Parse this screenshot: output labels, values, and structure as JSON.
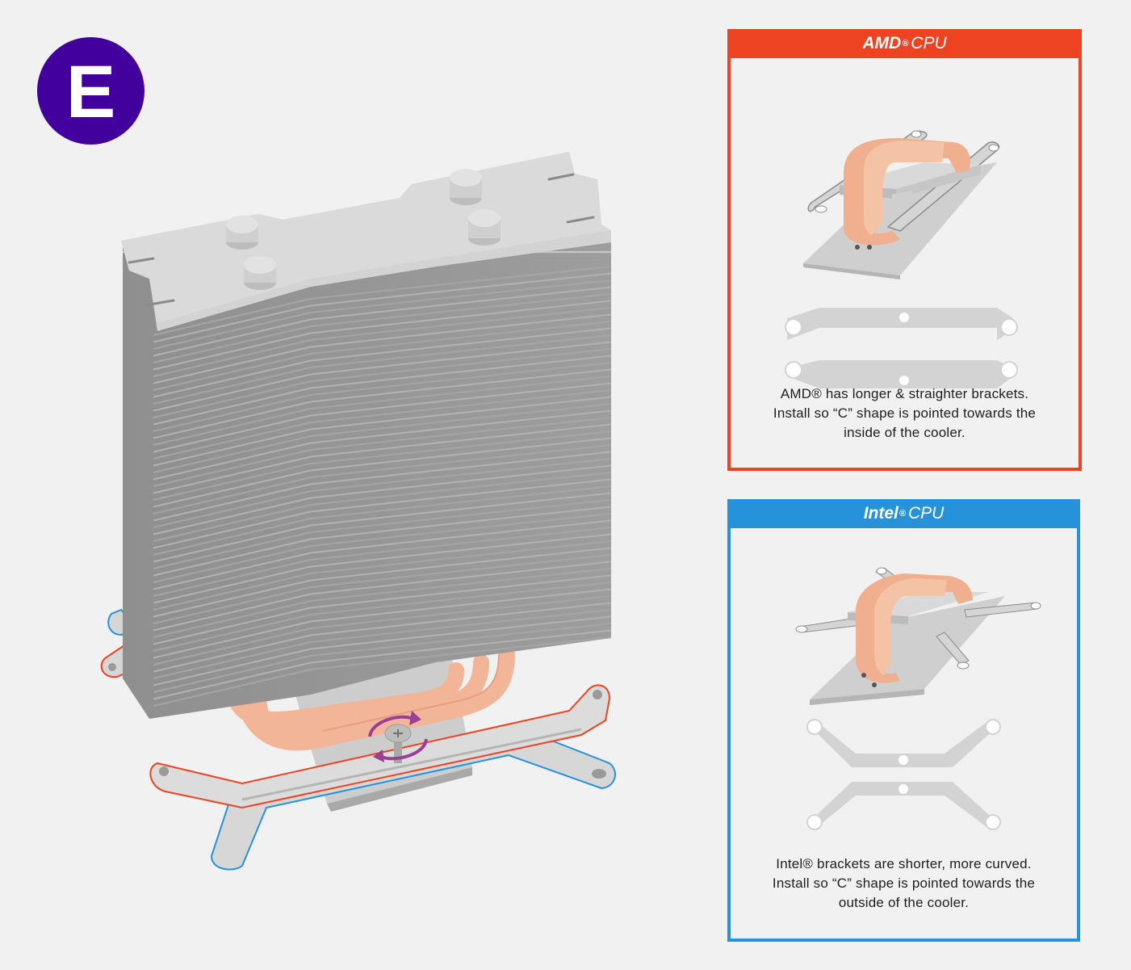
{
  "step": {
    "letter": "E",
    "color": "#42009d"
  },
  "colors": {
    "amd_accent": "#ee4322",
    "intel_accent": "#2592d9",
    "copper": "#f0b08f",
    "rotate_arrow": "#9b3e98",
    "metal": "#cfcfcf"
  },
  "amd_panel": {
    "brand": "AMD",
    "reg": "®",
    "cpu_label": "CPU",
    "description": [
      "AMD® has longer & straighter brackets.",
      "Install so “C” shape is pointed towards the",
      "inside of the cooler."
    ]
  },
  "intel_panel": {
    "brand": "Intel",
    "reg": "®",
    "cpu_label": "CPU",
    "description": [
      "Intel® brackets are shorter, more curved.",
      "Install so “C” shape is pointed towards the",
      "outside of the cooler."
    ]
  },
  "icons": [
    "cooler-heatsink-icon",
    "screwdriver-rotate-icon",
    "amd-bracket-icon",
    "intel-bracket-icon"
  ]
}
